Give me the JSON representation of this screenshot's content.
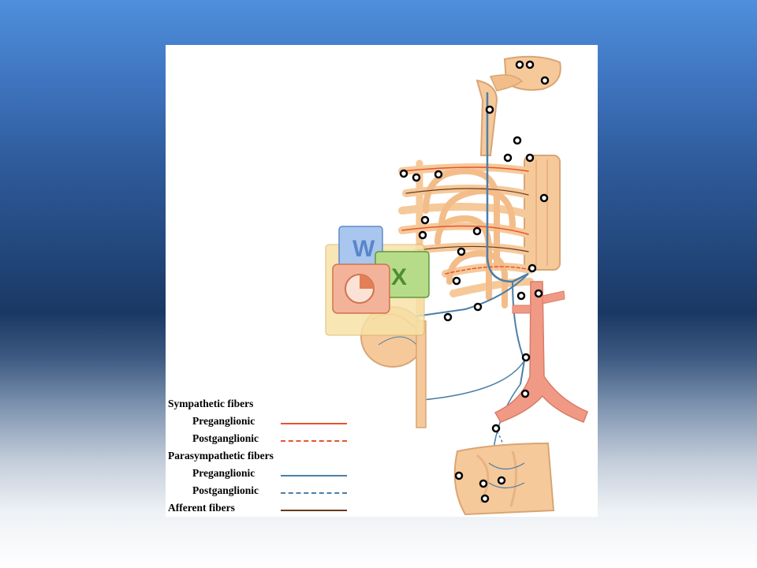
{
  "legend": {
    "sympathetic": {
      "heading": "Sympathetic fibers",
      "preganglionic": "Preganglionic",
      "postganglionic": "Postganglionic"
    },
    "parasympathetic": {
      "heading": "Parasympathetic fibers",
      "preganglionic": "Preganglionic",
      "postganglionic": "Postganglionic"
    },
    "afferent": "Afferent fibers"
  },
  "colors": {
    "sympathetic_pre": "#e8542e",
    "sympathetic_post": "#e8542e",
    "parasympathetic_pre": "#4b7fa8",
    "parasympathetic_post": "#4b7fa8",
    "afferent": "#6b3a1e",
    "tissue": "#f6c99a",
    "vessel": "#f09a86"
  },
  "markers": {
    "icon": "dot-marker-icon",
    "count": 28
  },
  "overlay": {
    "icon": "office-apps-icon"
  }
}
